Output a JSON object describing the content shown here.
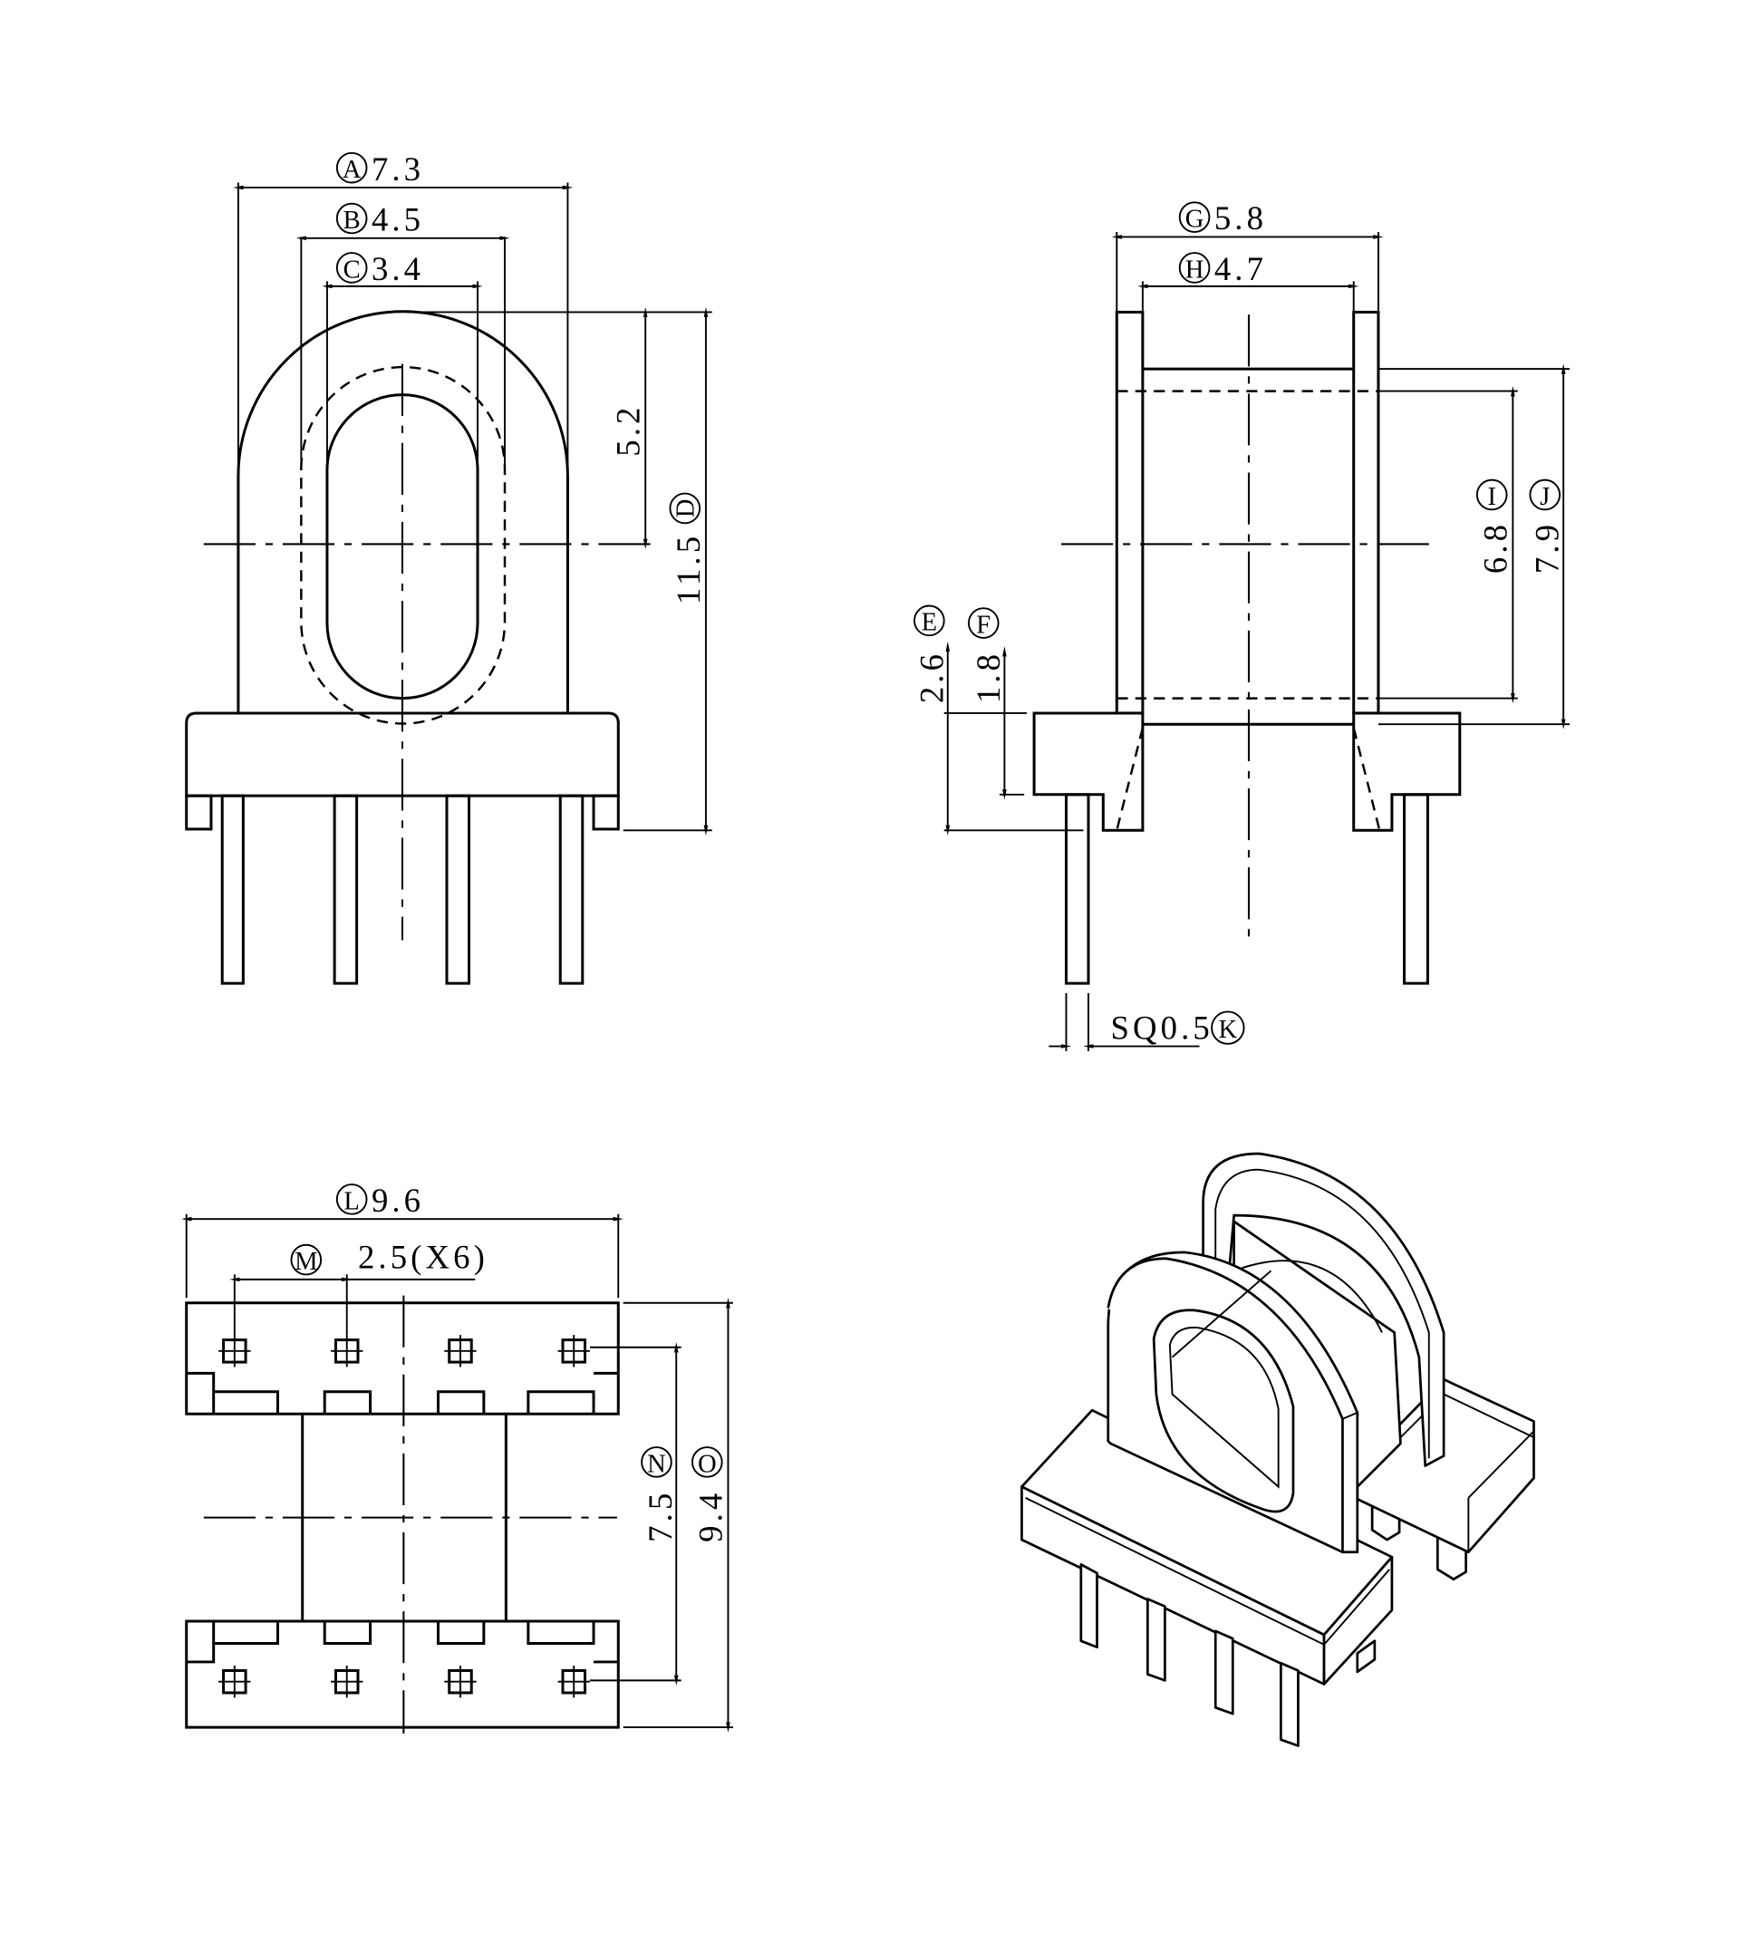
{
  "drawing": {
    "front_view": {
      "dims": [
        {
          "letter": "A",
          "value": "7.3"
        },
        {
          "letter": "B",
          "value": "4.5"
        },
        {
          "letter": "C",
          "value": "3.4"
        },
        {
          "letter": "D",
          "value": "11.5"
        }
      ],
      "aux_dim": "5.2"
    },
    "side_view": {
      "dims": [
        {
          "letter": "G",
          "value": "5.8"
        },
        {
          "letter": "H",
          "value": "4.7"
        },
        {
          "letter": "I",
          "value": "6.8"
        },
        {
          "letter": "J",
          "value": "7.9"
        },
        {
          "letter": "E",
          "value": "2.6"
        },
        {
          "letter": "F",
          "value": "1.8"
        },
        {
          "letter": "K",
          "value": "SQ0.5"
        }
      ]
    },
    "bottom_view": {
      "dims": [
        {
          "letter": "L",
          "value": "9.6"
        },
        {
          "letter": "M",
          "value": "2.5(X6)"
        },
        {
          "letter": "N",
          "value": "7.5"
        },
        {
          "letter": "O",
          "value": "9.4"
        }
      ]
    }
  }
}
